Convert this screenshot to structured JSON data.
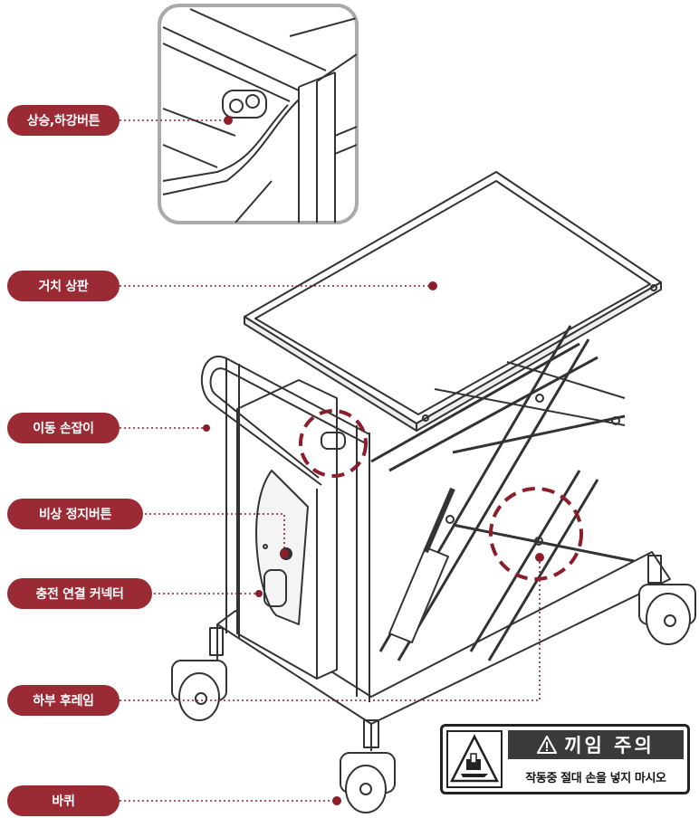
{
  "labels": {
    "updown_button": "상승,하강버튼",
    "top_plate": "거치 상판",
    "handle": "이동 손잡이",
    "emergency_stop": "비상 정지버튼",
    "charge_connector": "충전 연결 커넥터",
    "lower_frame": "하부 후레임",
    "wheel": "바퀴"
  },
  "warning": {
    "title": "끼임 주의",
    "message": "작동중 절대 손을 넣지 마시오",
    "icon": "warning-triangle-icon"
  },
  "colors": {
    "accent": "#9a2a34",
    "line": "#333333",
    "warning_header": "#3a3a3a"
  }
}
